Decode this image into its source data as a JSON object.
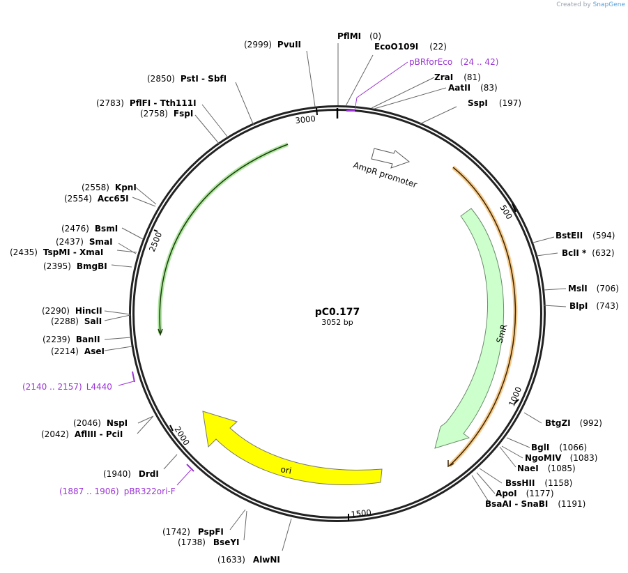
{
  "credit": {
    "prefix": "Created by",
    "brand": "SnapGene"
  },
  "plasmid": {
    "name": "pC0.177",
    "length": "3052 bp",
    "bp": 3052
  },
  "ruler_ticks": [
    "500",
    "1000",
    "1500",
    "2000",
    "2500",
    "3000"
  ],
  "features": [
    {
      "name": "AmpR promoter",
      "type": "promoter",
      "color": "#ffffff"
    },
    {
      "name": "SmR",
      "type": "cds",
      "color": "#ccffcc"
    },
    {
      "name": "ori",
      "type": "origin",
      "color": "#ffff00"
    }
  ],
  "primers": [
    {
      "name": "pBRforEco",
      "range": "(24 .. 42)",
      "color": "#9a35d4"
    },
    {
      "name": "L4440",
      "range": "(2140 .. 2157)",
      "color": "#9a35d4"
    },
    {
      "name": "pBR322ori-F",
      "range": "(1887 .. 1906)",
      "color": "#9a35d4"
    }
  ],
  "sites": [
    {
      "name": "PflMI",
      "pos": "(0)"
    },
    {
      "name": "EcoO109I",
      "pos": "(22)"
    },
    {
      "name": "ZraI",
      "pos": "(81)"
    },
    {
      "name": "AatII",
      "pos": "(83)"
    },
    {
      "name": "SspI",
      "pos": "(197)"
    },
    {
      "name": "BstEII",
      "pos": "(594)"
    },
    {
      "name": "BclI *",
      "pos": "(632)"
    },
    {
      "name": "MslI",
      "pos": "(706)"
    },
    {
      "name": "BlpI",
      "pos": "(743)"
    },
    {
      "name": "BtgZI",
      "pos": "(992)"
    },
    {
      "name": "BglI",
      "pos": "(1066)"
    },
    {
      "name": "NgoMIV",
      "pos": "(1083)"
    },
    {
      "name": "NaeI",
      "pos": "(1085)"
    },
    {
      "name": "BssHII",
      "pos": "(1158)"
    },
    {
      "name": "ApoI",
      "pos": "(1177)"
    },
    {
      "name": "BsaAI - SnaBI",
      "pos": "(1191)"
    },
    {
      "name": "AlwNI",
      "pos": "(1633)"
    },
    {
      "name": "BseYI",
      "pos": "(1738)"
    },
    {
      "name": "PspFI",
      "pos": "(1742)"
    },
    {
      "name": "DrdI",
      "pos": "(1940)"
    },
    {
      "name": "AflIII - PciI",
      "pos": "(2042)"
    },
    {
      "name": "NspI",
      "pos": "(2046)"
    },
    {
      "name": "AseI",
      "pos": "(2214)"
    },
    {
      "name": "BanII",
      "pos": "(2239)"
    },
    {
      "name": "SalI",
      "pos": "(2288)"
    },
    {
      "name": "HincII",
      "pos": "(2290)"
    },
    {
      "name": "BmgBI",
      "pos": "(2395)"
    },
    {
      "name": "TspMI - XmaI",
      "pos": "(2435)"
    },
    {
      "name": "SmaI",
      "pos": "(2437)"
    },
    {
      "name": "BsmI",
      "pos": "(2476)"
    },
    {
      "name": "Acc65I",
      "pos": "(2554)"
    },
    {
      "name": "KpnI",
      "pos": "(2558)"
    },
    {
      "name": "FspI",
      "pos": "(2758)"
    },
    {
      "name": "PflFI - Tth111I",
      "pos": "(2783)"
    },
    {
      "name": "PstI - SbfI",
      "pos": "(2850)"
    },
    {
      "name": "PvuII",
      "pos": "(2999)"
    }
  ]
}
